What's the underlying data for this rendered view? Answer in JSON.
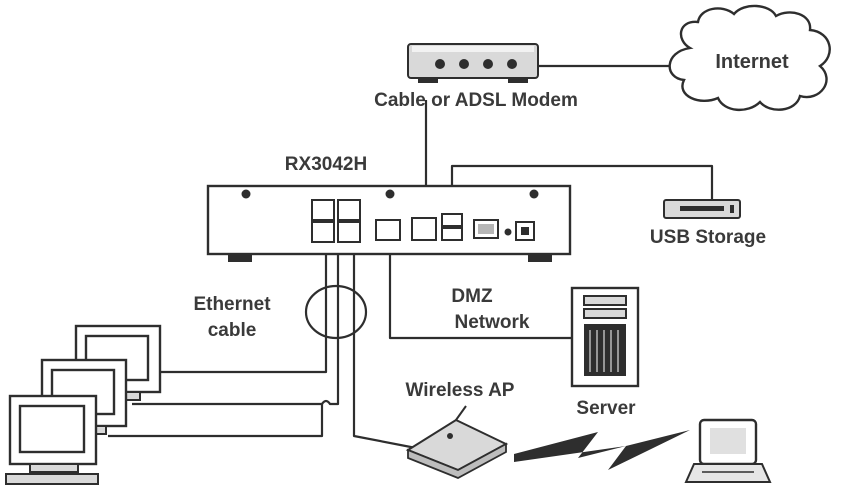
{
  "labels": {
    "modem": "Cable or ADSL Modem",
    "internet": "Internet",
    "router": "RX3042H",
    "usb_storage": "USB Storage",
    "ethernet_line1": "Ethernet",
    "ethernet_line2": "cable",
    "dmz_line1": "DMZ",
    "dmz_line2": "Network",
    "server": "Server",
    "wireless_ap": "Wireless AP"
  },
  "colors": {
    "line": "#2e2e2e",
    "text": "#3a3a3a",
    "background": "#ffffff"
  }
}
